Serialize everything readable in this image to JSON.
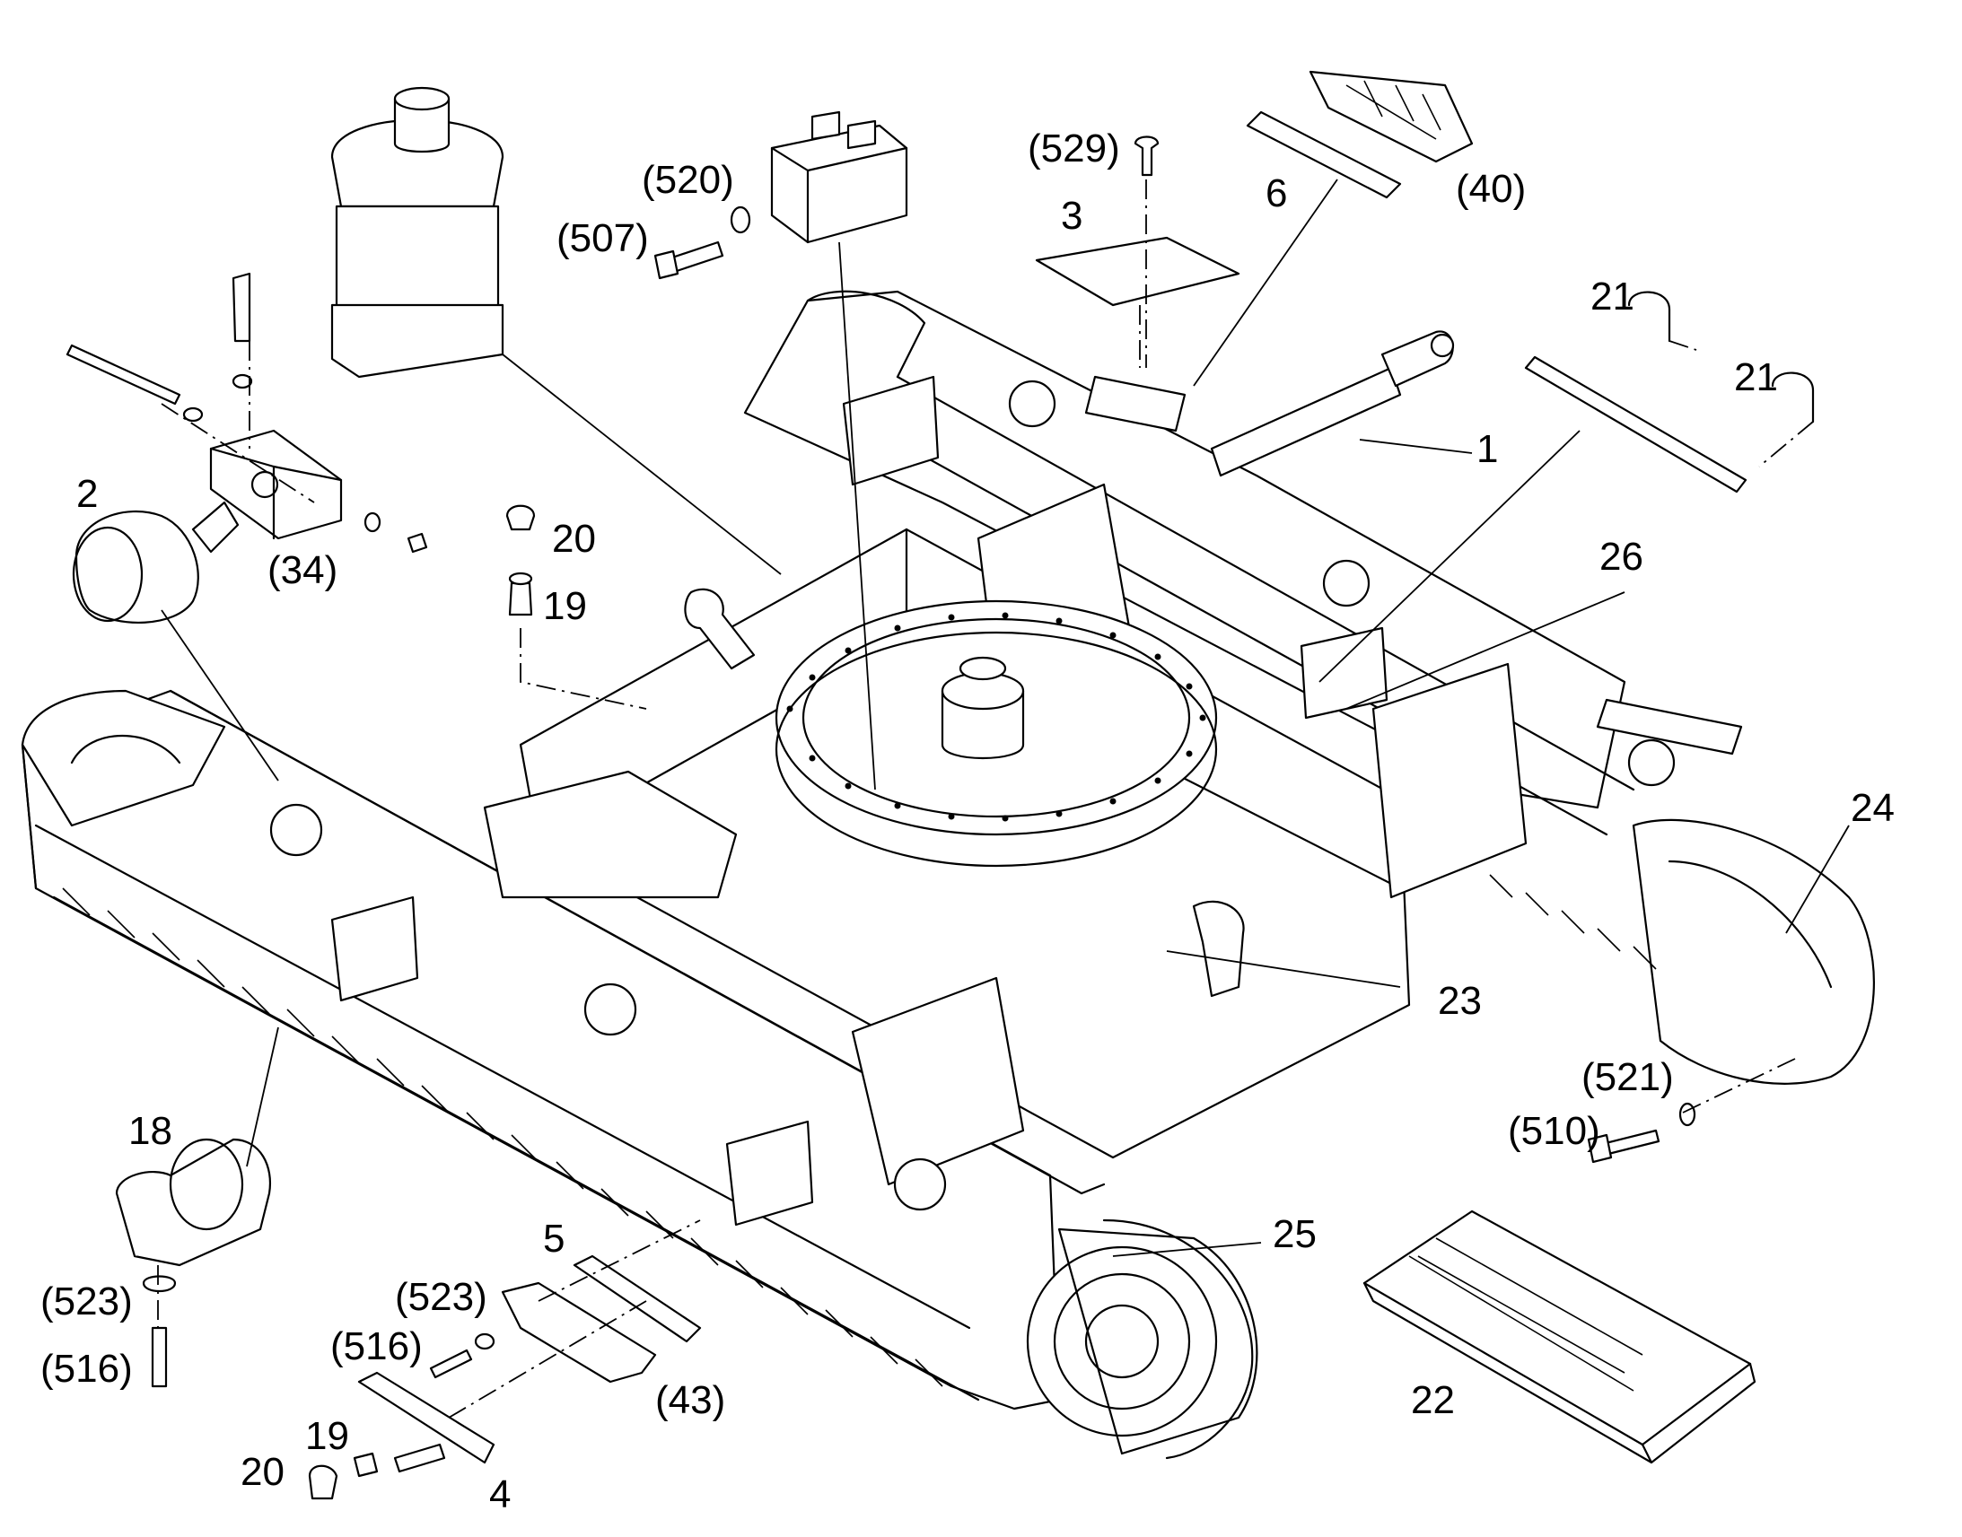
{
  "callouts": [
    {
      "id": "c1",
      "text": "1"
    },
    {
      "id": "c2",
      "text": "2"
    },
    {
      "id": "c3",
      "text": "3"
    },
    {
      "id": "c4",
      "text": "4"
    },
    {
      "id": "c5",
      "text": "5"
    },
    {
      "id": "c6",
      "text": "6"
    },
    {
      "id": "c18",
      "text": "18"
    },
    {
      "id": "c19a",
      "text": "19"
    },
    {
      "id": "c19b",
      "text": "19"
    },
    {
      "id": "c20a",
      "text": "20"
    },
    {
      "id": "c20b",
      "text": "20"
    },
    {
      "id": "c21a",
      "text": "21"
    },
    {
      "id": "c21b",
      "text": "21"
    },
    {
      "id": "c22",
      "text": "22"
    },
    {
      "id": "c23",
      "text": "23"
    },
    {
      "id": "c24",
      "text": "24"
    },
    {
      "id": "c25",
      "text": "25"
    },
    {
      "id": "c26",
      "text": "26"
    },
    {
      "id": "c34",
      "text": "(34)"
    },
    {
      "id": "c40",
      "text": "(40)"
    },
    {
      "id": "c43",
      "text": "(43)"
    },
    {
      "id": "c507",
      "text": "(507)"
    },
    {
      "id": "c510",
      "text": "(510)"
    },
    {
      "id": "c516a",
      "text": "(516)"
    },
    {
      "id": "c516b",
      "text": "(516)"
    },
    {
      "id": "c520",
      "text": "(520)"
    },
    {
      "id": "c521",
      "text": "(521)"
    },
    {
      "id": "c523a",
      "text": "(523)"
    },
    {
      "id": "c523b",
      "text": "(523)"
    },
    {
      "id": "c529",
      "text": "(529)"
    }
  ]
}
